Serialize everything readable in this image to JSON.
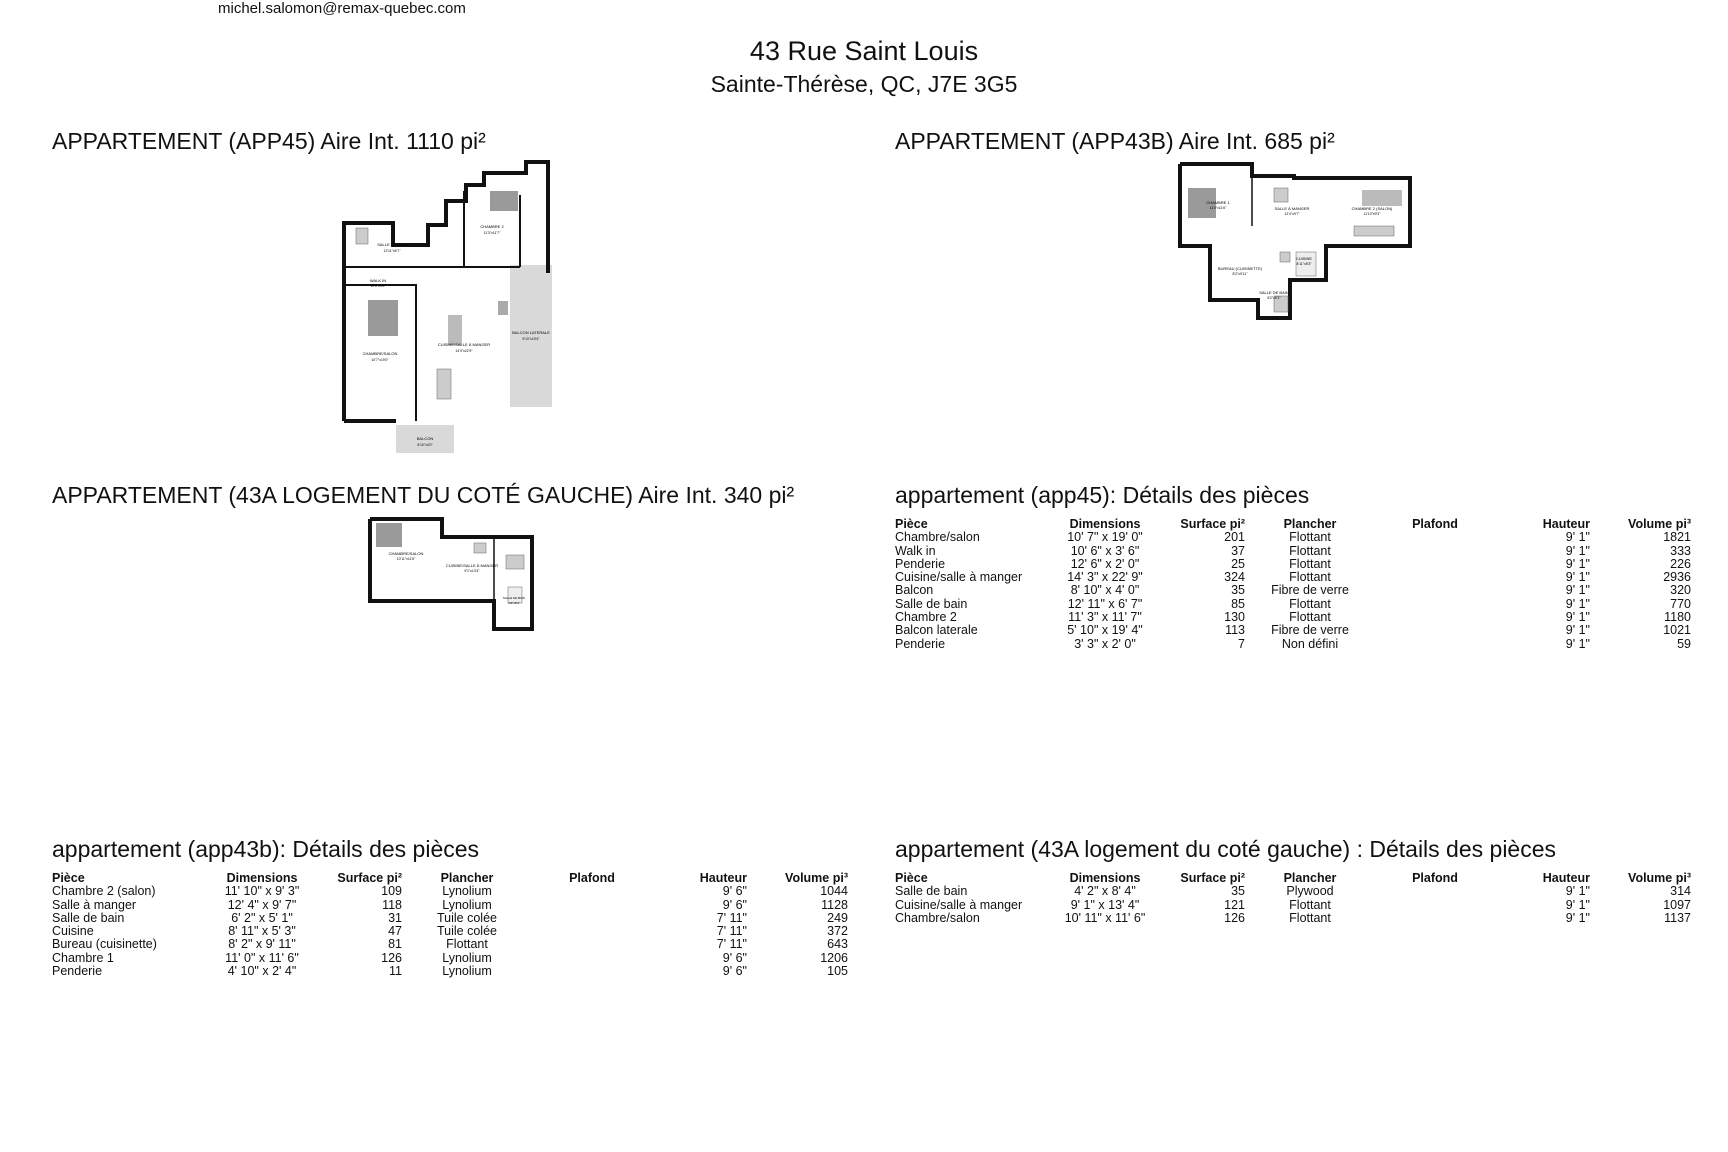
{
  "header": {
    "email": "michel.salomon@remax-quebec.com",
    "address_line1": "43 Rue Saint Louis",
    "address_line2": "Sainte-Thérèse, QC, J7E 3G5"
  },
  "plans": {
    "app45": {
      "title": "APPARTEMENT (APP45) Aire Int. 1110 pi²",
      "labels": {
        "salle_de_bain": "SALLE DE BAIN",
        "salle_de_bain_dim": "12'11\"x6'7\" ",
        "chambre2": "CHAMBRE 2",
        "chambre2_dim": "11'3\"x11'7\"",
        "walkin": "WALK IN",
        "walkin_dim": "10'6\"x3'6\"",
        "chambre_salon": "CHAMBRE/SALON",
        "chambre_salon_dim": "10'7\"x19'0\"",
        "cuisine": "CUISINE/SALLE À MANGER",
        "cuisine_dim": "14'3\"x22'9\"",
        "balcon_lat": "BALCON LATERALE",
        "balcon_lat_dim": "5'10\"x19'4\"",
        "balcon": "BALCON",
        "balcon_dim": "8'10\"x4'0\""
      }
    },
    "app43b": {
      "title": "APPARTEMENT (APP43B) Aire Int. 685 pi²",
      "labels": {
        "chambre1": "CHAMBRE 1",
        "chambre1_dim": "11'0\"x11'6\"",
        "salle_manger": "SALLE À MANGER",
        "salle_manger_dim": "12'4\"x9'7\"",
        "chambre2": "CHAMBRE 2 (SALON)",
        "chambre2_dim": "11'10\"x9'3\"",
        "cuisine": "CUISINE",
        "cuisine_dim": "8'11\"x5'3\"",
        "bureau": "BUREAU (CUISINETTE)",
        "bureau_dim": "8'2\"x9'11\"",
        "sdb": "SALLE DE BAIN",
        "sdb_dim": "6'2\"x5'1\""
      }
    },
    "app43a": {
      "title": "APPARTEMENT (43A LOGEMENT DU COTÉ GAUCHE) Aire Int. 340 pi²",
      "labels": {
        "chambre_salon": "CHAMBRE/SALON",
        "chambre_salon_dim": "10'11\"x11'6\"",
        "cuisine": "CUISINE/SALLE À MANGER",
        "cuisine_dim": "9'1\"x13'4\"",
        "sdb": "SALLE DE BAIN",
        "sdb_dim": "4'2\"x8'4\""
      }
    }
  },
  "tables": {
    "app45": {
      "title": "appartement (app45): Détails des pièces",
      "headers": [
        "Pièce",
        "Dimensions",
        "Surface pi²",
        "Plancher",
        "Plafond",
        "Hauteur",
        "Volume pi³"
      ],
      "rows": [
        [
          "Chambre/salon",
          "10' 7\" x 19' 0\"",
          "201",
          "Flottant",
          "",
          "9' 1\"",
          "1821"
        ],
        [
          "Walk in",
          "10' 6\" x 3' 6\"",
          "37",
          "Flottant",
          "",
          "9' 1\"",
          "333"
        ],
        [
          "Penderie",
          "12' 6\" x 2' 0\"",
          "25",
          "Flottant",
          "",
          "9' 1\"",
          "226"
        ],
        [
          "Cuisine/salle à manger",
          "14' 3\" x 22' 9\"",
          "324",
          "Flottant",
          "",
          "9' 1\"",
          "2936"
        ],
        [
          "Balcon",
          "8' 10\" x 4' 0\"",
          "35",
          "Fibre de verre",
          "",
          "9' 1\"",
          "320"
        ],
        [
          "Salle de bain",
          "12' 11\" x 6' 7\"",
          "85",
          "Flottant",
          "",
          "9' 1\"",
          "770"
        ],
        [
          "Chambre 2",
          "11' 3\" x 11' 7\"",
          "130",
          "Flottant",
          "",
          "9' 1\"",
          "1180"
        ],
        [
          "Balcon laterale",
          "5' 10\" x 19' 4\"",
          "113",
          "Fibre de verre",
          "",
          "9' 1\"",
          "1021"
        ],
        [
          "Penderie",
          "3' 3\" x 2' 0\"",
          "7",
          "Non défini",
          "",
          "9' 1\"",
          "59"
        ]
      ]
    },
    "app43b": {
      "title": "appartement (app43b): Détails des pièces",
      "headers": [
        "Pièce",
        "Dimensions",
        "Surface pi²",
        "Plancher",
        "Plafond",
        "Hauteur",
        "Volume pi³"
      ],
      "rows": [
        [
          "Chambre 2 (salon)",
          "11' 10\" x 9' 3\"",
          "109",
          "Lynolium",
          "",
          "9' 6\"",
          "1044"
        ],
        [
          "Salle à manger",
          "12' 4\" x 9' 7\"",
          "118",
          "Lynolium",
          "",
          "9' 6\"",
          "1128"
        ],
        [
          "Salle de bain",
          "6' 2\" x 5' 1\"",
          "31",
          "Tuile colée",
          "",
          "7' 11\"",
          "249"
        ],
        [
          "Cuisine",
          "8' 11\" x 5' 3\"",
          "47",
          "Tuile colée",
          "",
          "7' 11\"",
          "372"
        ],
        [
          "Bureau (cuisinette)",
          "8' 2\" x 9' 11\"",
          "81",
          "Flottant",
          "",
          "7' 11\"",
          "643"
        ],
        [
          "Chambre 1",
          "11' 0\" x 11' 6\"",
          "126",
          "Lynolium",
          "",
          "9' 6\"",
          "1206"
        ],
        [
          "Penderie",
          "4' 10\" x 2' 4\"",
          "11",
          "Lynolium",
          "",
          "9' 6\"",
          "105"
        ]
      ]
    },
    "app43a": {
      "title": "appartement (43A logement du coté gauche) : Détails des pièces",
      "headers": [
        "Pièce",
        "Dimensions",
        "Surface pi²",
        "Plancher",
        "Plafond",
        "Hauteur",
        "Volume pi³"
      ],
      "rows": [
        [
          "Salle de bain",
          "4' 2\" x 8' 4\"",
          "35",
          "Plywood",
          "",
          "9' 1\"",
          "314"
        ],
        [
          "Cuisine/salle à manger",
          "9' 1\" x 13' 4\"",
          "121",
          "Flottant",
          "",
          "9' 1\"",
          "1097"
        ],
        [
          "Chambre/salon",
          "10' 11\" x 11' 6\"",
          "126",
          "Flottant",
          "",
          "9' 1\"",
          "1137"
        ]
      ]
    }
  }
}
